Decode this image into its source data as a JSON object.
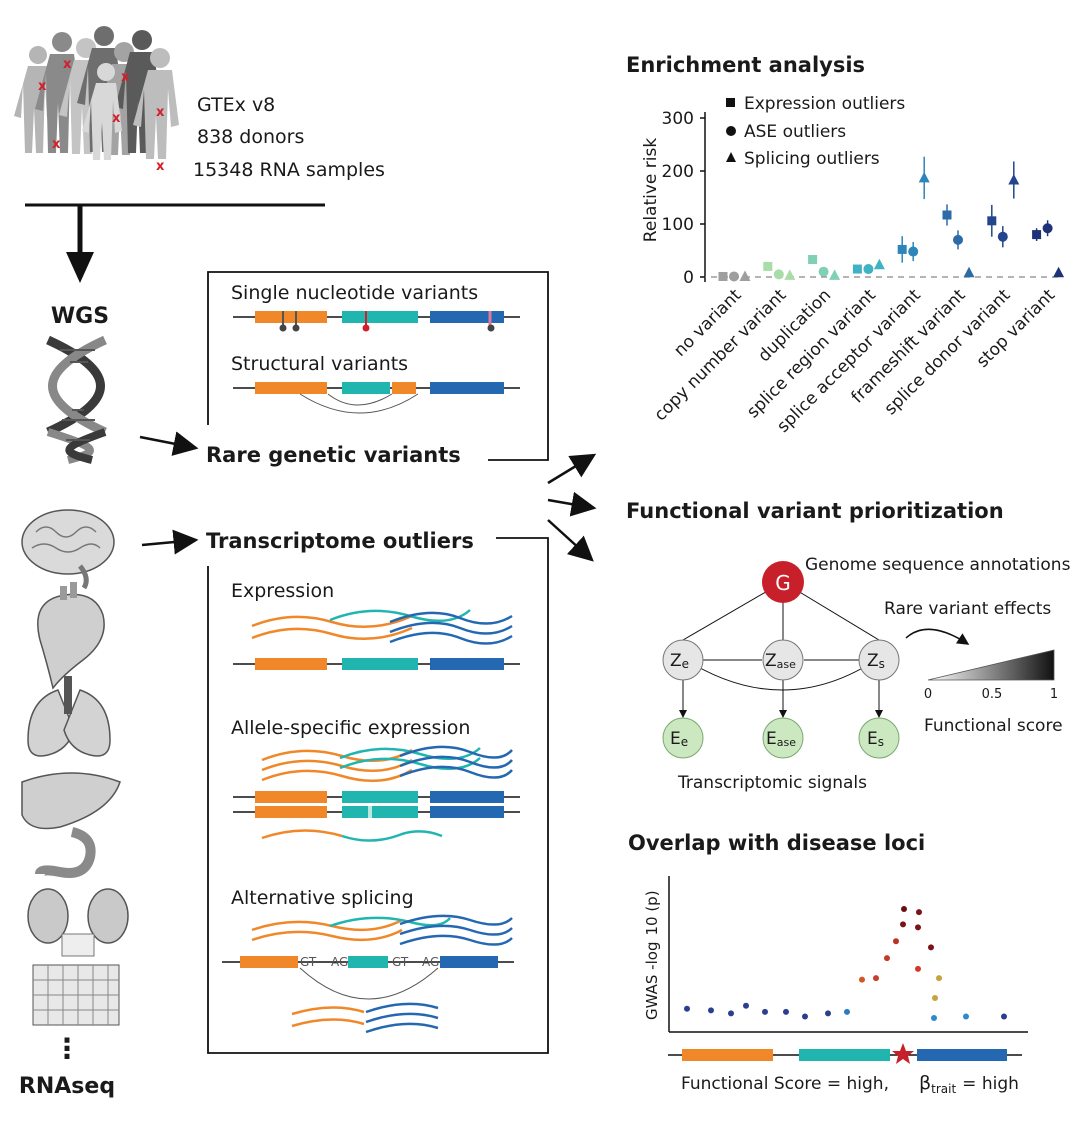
{
  "header": {
    "study": "GTEx v8",
    "donors": "838 donors",
    "samples": "15348 RNA samples"
  },
  "left": {
    "wgs": "WGS",
    "rnaseq": "RNAseq",
    "ellipsis": "⋮"
  },
  "variants_box": {
    "snv_title": "Single nucleotide variants",
    "sv_title": "Structural variants",
    "label": "Rare genetic variants"
  },
  "outliers_box": {
    "label": "Transcriptome outliers",
    "expression": "Expression",
    "ase": "Allele-specific expression",
    "splicing": "Alternative splicing",
    "gt": "GT",
    "ag": "AG"
  },
  "enrichment": {
    "title": "Enrichment analysis",
    "legend": [
      "Expression outliers",
      "ASE outliers",
      "Splicing outliers"
    ]
  },
  "chart_data": {
    "type": "scatter",
    "title": "Enrichment analysis",
    "ylabel": "Relative risk",
    "ylim": [
      -10,
      310
    ],
    "yticks": [
      "0",
      "100",
      "200",
      "300"
    ],
    "categories": [
      "no variant",
      "copy number variant",
      "duplication",
      "splice region variant",
      "splice acceptor variant",
      "frameshift variant",
      "splice donor variant",
      "stop variant"
    ],
    "series": [
      {
        "name": "Expression outliers",
        "marker": "square",
        "values": [
          1,
          20,
          33,
          15,
          52,
          117,
          106,
          80
        ],
        "err": [
          0,
          0,
          0,
          0,
          25,
          20,
          30,
          12
        ]
      },
      {
        "name": "ASE outliers",
        "marker": "circle",
        "values": [
          1,
          5,
          10,
          15,
          48,
          70,
          76,
          92
        ],
        "err": [
          0,
          0,
          0,
          0,
          18,
          18,
          20,
          15
        ]
      },
      {
        "name": "Splicing outliers",
        "marker": "triangle",
        "values": [
          1,
          3,
          3,
          23,
          187,
          8,
          183,
          8
        ],
        "err": [
          0,
          0,
          0,
          0,
          40,
          0,
          35,
          0
        ]
      }
    ],
    "colors": [
      "#9e9e9e",
      "#a8dca8",
      "#7fd0b4",
      "#3fb3c4",
      "#2e86b8",
      "#2d6aa8",
      "#23458e",
      "#1e3277"
    ],
    "grid": false,
    "reference_line": 0,
    "legend_position": "top-left"
  },
  "prioritization": {
    "title": "Functional variant prioritization",
    "genome_node": "G",
    "genome_label": "Genome sequence annotations",
    "rare_effects": "Rare variant effects",
    "z_nodes": [
      "Z",
      "Z",
      "Z"
    ],
    "z_subs": [
      "e",
      "ase",
      "s"
    ],
    "e_nodes": [
      "E",
      "E",
      "E"
    ],
    "signals": "Transcriptomic signals",
    "scale_ticks": [
      "0",
      "0.5",
      "1"
    ],
    "scale_label": "Functional score"
  },
  "gwas": {
    "title": "Overlap with disease loci",
    "ylabel_main": "GWAS -log",
    "ylabel_sub": "10 (p)",
    "caption_left": "Functional Score = high,",
    "beta": "β",
    "trait": "trait",
    "caption_right": "= high",
    "points": [
      {
        "v": 1.4,
        "c": "#2a3f8f"
      },
      {
        "v": 1.3,
        "c": "#2a3f8f"
      },
      {
        "v": 1.1,
        "c": "#2a3f8f"
      },
      {
        "v": 1.6,
        "c": "#2a3f8f"
      },
      {
        "v": 1.2,
        "c": "#2a3f8f"
      },
      {
        "v": 1.2,
        "c": "#2a3f8f"
      },
      {
        "v": 0.9,
        "c": "#2a3f8f"
      },
      {
        "v": 1.1,
        "c": "#2a3f8f"
      },
      {
        "v": 1.2,
        "c": "#2e7bc0"
      },
      {
        "v": 3.3,
        "c": "#d2562a"
      },
      {
        "v": 3.4,
        "c": "#c8402a"
      },
      {
        "v": 4.7,
        "c": "#c33a28"
      },
      {
        "v": 5.8,
        "c": "#b83028"
      },
      {
        "v": 6.9,
        "c": "#7a1418"
      },
      {
        "v": 7.9,
        "c": "#6a0e14"
      },
      {
        "v": 6.7,
        "c": "#7a1418"
      },
      {
        "v": 4.0,
        "c": "#cf3a2a"
      },
      {
        "v": 7.7,
        "c": "#7a1418"
      },
      {
        "v": 5.4,
        "c": "#7a1418"
      },
      {
        "v": 3.4,
        "c": "#c9a23c"
      },
      {
        "v": 2.1,
        "c": "#c9a23c"
      },
      {
        "v": 0.8,
        "c": "#2e8ad0"
      },
      {
        "v": 0.9,
        "c": "#2e8ad0"
      },
      {
        "v": 0.9,
        "c": "#2a3f8f"
      }
    ]
  },
  "colors": {
    "orange": "#f0882a",
    "teal": "#21b5b0",
    "blue": "#2468b2",
    "red": "#c8202a",
    "node_gray": "#e6e6e6",
    "node_green": "#cbe8c1"
  }
}
